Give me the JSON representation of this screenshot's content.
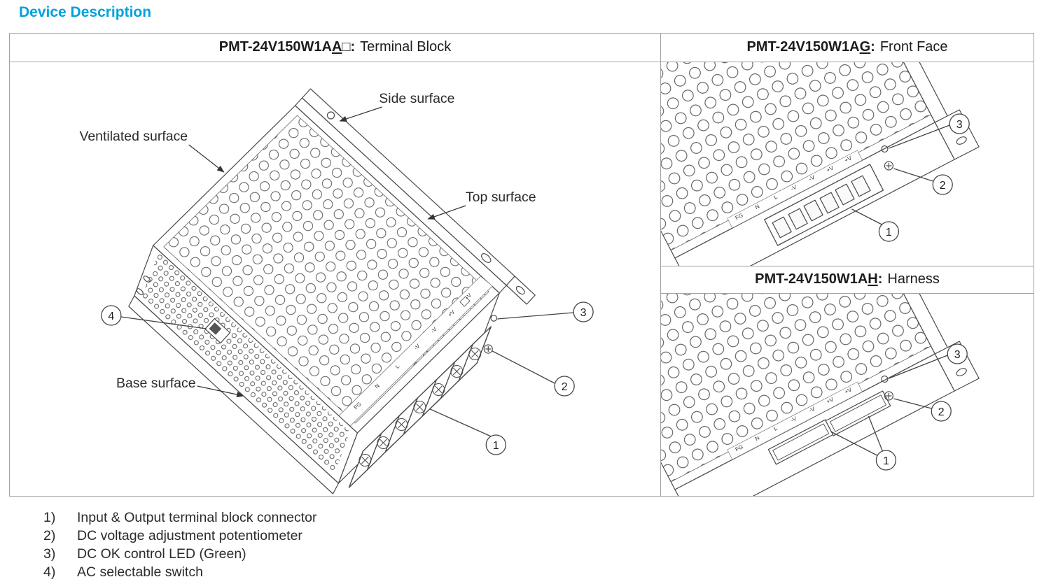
{
  "page": {
    "title": "Device Description"
  },
  "colors": {
    "accent": "#00a1de",
    "border": "#a3a3a3",
    "line": "#4a4a4a",
    "text": "#2b2b2b"
  },
  "panels": [
    {
      "id": "terminal-block",
      "model": "PMT-24V150W1A",
      "variant": "A",
      "wildcard": "□",
      "colon": ":",
      "name": "Terminal Block"
    },
    {
      "id": "front-face",
      "model": "PMT-24V150W1A",
      "variant": "G",
      "wildcard": "",
      "colon": ":",
      "name": "Front Face"
    },
    {
      "id": "harness",
      "model": "PMT-24V150W1A",
      "variant": "H",
      "wildcard": "",
      "colon": ":",
      "name": "Harness"
    }
  ],
  "diagram_labels": {
    "side": "Side surface",
    "ventilated": "Ventilated surface",
    "top": "Top surface",
    "base": "Base surface"
  },
  "callouts": {
    "c1": "1",
    "c2": "2",
    "c3": "3",
    "c4": "4"
  },
  "terminal_labels": [
    "FG",
    "N",
    "L",
    "-V",
    "-V",
    "+V",
    "+V"
  ],
  "legend": {
    "items": [
      {
        "num": "1)",
        "label": "Input & Output terminal block connector"
      },
      {
        "num": "2)",
        "label": "DC voltage adjustment potentiometer"
      },
      {
        "num": "3)",
        "label": "DC OK control LED (Green)"
      },
      {
        "num": "4)",
        "label": "AC selectable switch"
      }
    ]
  }
}
